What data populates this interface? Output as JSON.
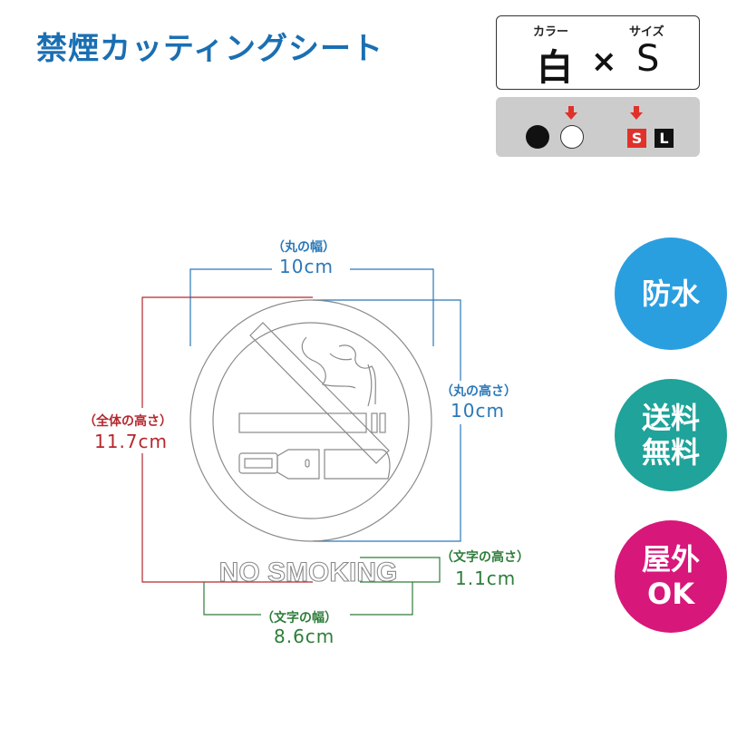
{
  "title": "禁煙カッティングシート",
  "spec": {
    "color_label": "カラー",
    "size_label": "サイズ",
    "color_value": "白",
    "times": "×",
    "size_value": "S"
  },
  "choices": {
    "colors": [
      "#111111",
      "#ffffff"
    ],
    "sizes": [
      {
        "label": "S",
        "color": "#e0312b"
      },
      {
        "label": "L",
        "color": "#111111"
      }
    ],
    "arrow_color": "#e0312b"
  },
  "sign": {
    "text": "NO SMOKING"
  },
  "dimensions": {
    "circle_width_label": "（丸の幅）",
    "circle_width_value": "10cm",
    "circle_height_label": "（丸の高さ）",
    "circle_height_value": "10cm",
    "total_height_label": "（全体の高さ）",
    "total_height_value": "11.7cm",
    "text_height_label": "（文字の高さ）",
    "text_height_value": "1.1cm",
    "text_width_label": "（文字の幅）",
    "text_width_value": "8.6cm",
    "colors": {
      "blue": "#2a78b8",
      "red": "#b5282e",
      "green": "#2e7d3a"
    }
  },
  "badges": [
    {
      "line1": "防水",
      "line2": "",
      "color": "#2a9fe0"
    },
    {
      "line1": "送料",
      "line2": "無料",
      "color": "#1fa39a"
    },
    {
      "line1": "屋外",
      "line2": "OK",
      "color": "#d8177a"
    }
  ]
}
